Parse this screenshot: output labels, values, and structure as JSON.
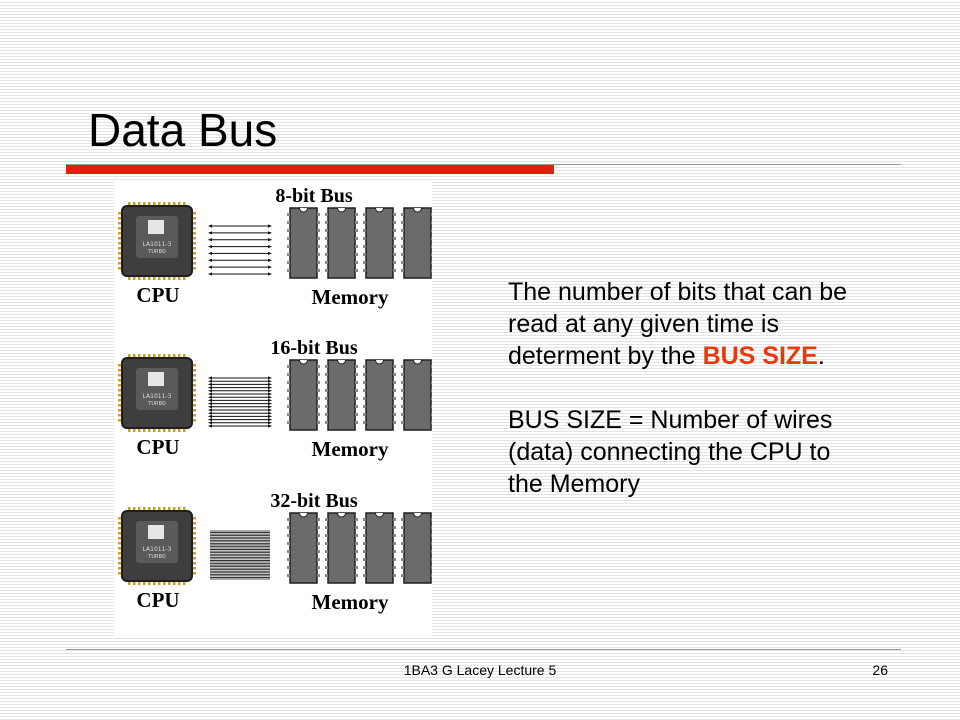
{
  "slide": {
    "title": "Data Bus",
    "para1_text": "The number of bits that can be read at any given time is determent by the ",
    "para1_highlight": "BUS SIZE",
    "para1_end": ".",
    "para2": "BUS SIZE = Number of wires (data) connecting the CPU to the Memory",
    "highlight_color": "#e8390d",
    "accent_color": "#d9230f"
  },
  "figure": {
    "panels": [
      {
        "bus_label": "8-bit Bus",
        "wires": 8,
        "cpu_label": "CPU",
        "memory_label": "Memory",
        "chip_text_1": "LA1011-3",
        "chip_text_2": "TURBO"
      },
      {
        "bus_label": "16-bit Bus",
        "wires": 16,
        "cpu_label": "CPU",
        "memory_label": "Memory",
        "chip_text_1": "LA1011-3",
        "chip_text_2": "TURBO"
      },
      {
        "bus_label": "32-bit Bus",
        "wires": 32,
        "cpu_label": "CPU",
        "memory_label": "Memory",
        "chip_text_1": "LA1011-3",
        "chip_text_2": "TURBO"
      }
    ]
  },
  "footer": {
    "text": "1BA3 G Lacey Lecture 5",
    "page": "26"
  }
}
